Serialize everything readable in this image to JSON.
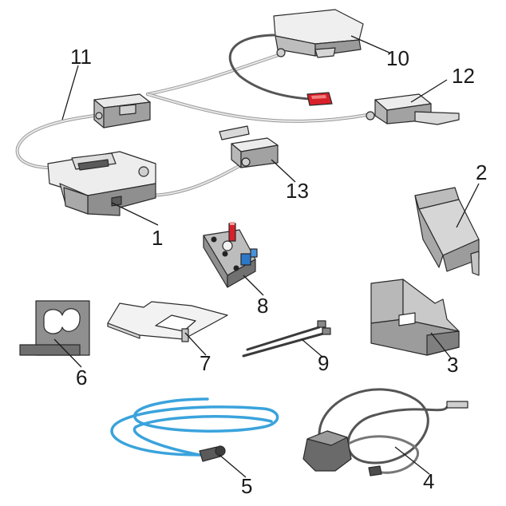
{
  "colors": {
    "part_dark": "#8a8a8a",
    "part_mid": "#b9b9b9",
    "part_light": "#e6e6e6",
    "cable_grey": "#555555",
    "cable_light": "#d9d9d9",
    "tube_blue": "#3aa3dc",
    "accent_red": "#d8202a",
    "accent_blue": "#2b78c9",
    "line": "#1a1a1a"
  },
  "callouts": [
    {
      "id": "1",
      "label": "1"
    },
    {
      "id": "2",
      "label": "2"
    },
    {
      "id": "3",
      "label": "3"
    },
    {
      "id": "4",
      "label": "4"
    },
    {
      "id": "5",
      "label": "5"
    },
    {
      "id": "6",
      "label": "6"
    },
    {
      "id": "7",
      "label": "7"
    },
    {
      "id": "8",
      "label": "8"
    },
    {
      "id": "9",
      "label": "9"
    },
    {
      "id": "10",
      "label": "10"
    },
    {
      "id": "11",
      "label": "11"
    },
    {
      "id": "12",
      "label": "12"
    },
    {
      "id": "13",
      "label": "13"
    }
  ]
}
